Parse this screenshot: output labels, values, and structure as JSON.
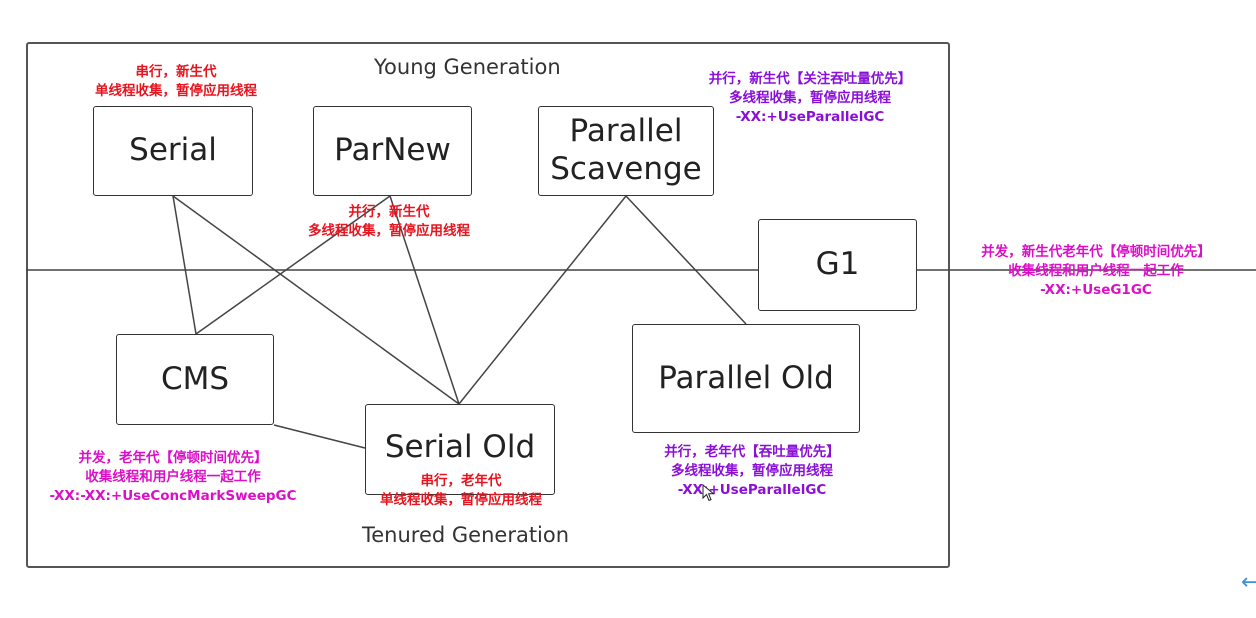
{
  "diagram": {
    "young_generation_label": "Young Generation",
    "tenured_generation_label": "Tenured Generation",
    "collectors": {
      "serial": "Serial",
      "parnew": "ParNew",
      "parallel_scavenge": "Parallel\nScavenge",
      "g1": "G1",
      "cms": "CMS",
      "serial_old": "Serial Old",
      "parallel_old": "Parallel Old"
    },
    "notes": {
      "serial": [
        "串行，新生代",
        "单线程收集，暂停应用线程"
      ],
      "parnew": [
        "并行，新生代",
        "多线程收集，暂停应用线程"
      ],
      "parallel_scavenge": [
        "并行，新生代【关注吞吐量优先】",
        "多线程收集，暂停应用线程",
        "-XX:+UseParallelGC"
      ],
      "g1": [
        "并发，新生代老年代【停顿时间优先】",
        "收集线程和用户线程一起工作",
        "-XX:+UseG1GC"
      ],
      "cms": [
        "并发，老年代【停顿时间优先】",
        "收集线程和用户线程一起工作",
        "-XX:-XX:+UseConcMarkSweepGC"
      ],
      "serial_old": [
        "串行，老年代",
        "单线程收集，暂停应用线程"
      ],
      "parallel_old": [
        "并行，老年代【吞吐量优先】",
        "多线程收集，暂停应用线程",
        "-XX:+UseParallelGC"
      ]
    },
    "connections": [
      [
        "Serial",
        "CMS"
      ],
      [
        "Serial",
        "Serial Old"
      ],
      [
        "ParNew",
        "CMS"
      ],
      [
        "ParNew",
        "Serial Old"
      ],
      [
        "Parallel Scavenge",
        "Serial Old"
      ],
      [
        "Parallel Scavenge",
        "Parallel Old"
      ],
      [
        "CMS",
        "Serial Old"
      ]
    ],
    "colors": {
      "serial_note": "#e8141f",
      "parallel_note": "#8a10d8",
      "concurrent_note": "#dc0fc8"
    }
  }
}
